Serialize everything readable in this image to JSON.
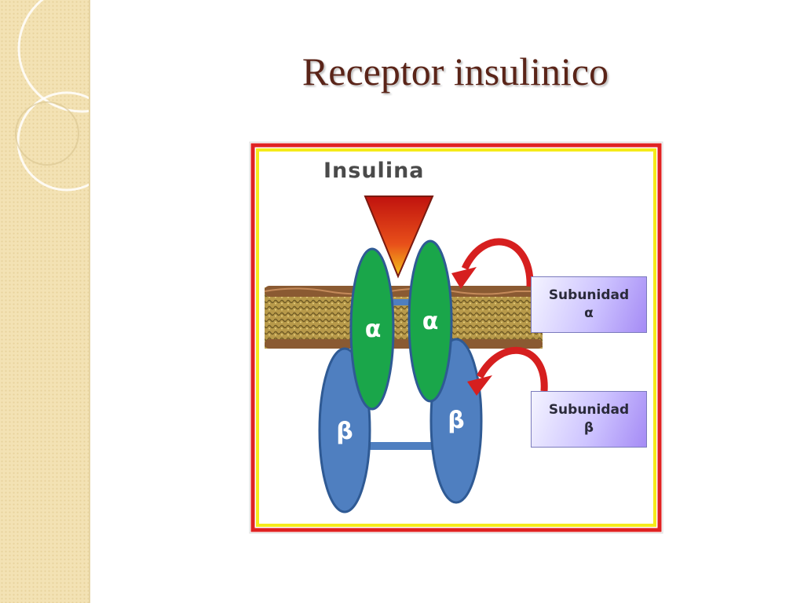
{
  "slide": {
    "title": "Receptor insulinico"
  },
  "diagram": {
    "ligand_label": "Insulina",
    "alpha_symbol": "α",
    "beta_symbol": "β",
    "callouts": [
      {
        "line1": "Subunidad",
        "line2": "α"
      },
      {
        "line1": "Subunidad",
        "line2": "β"
      }
    ],
    "colors": {
      "alpha": "#1aa64a",
      "beta": "#4f7fc0",
      "frame_outer": "#e02222",
      "frame_inner": "#f5ea1a",
      "arrow": "#d61f1f",
      "title": "#5a2418"
    }
  }
}
